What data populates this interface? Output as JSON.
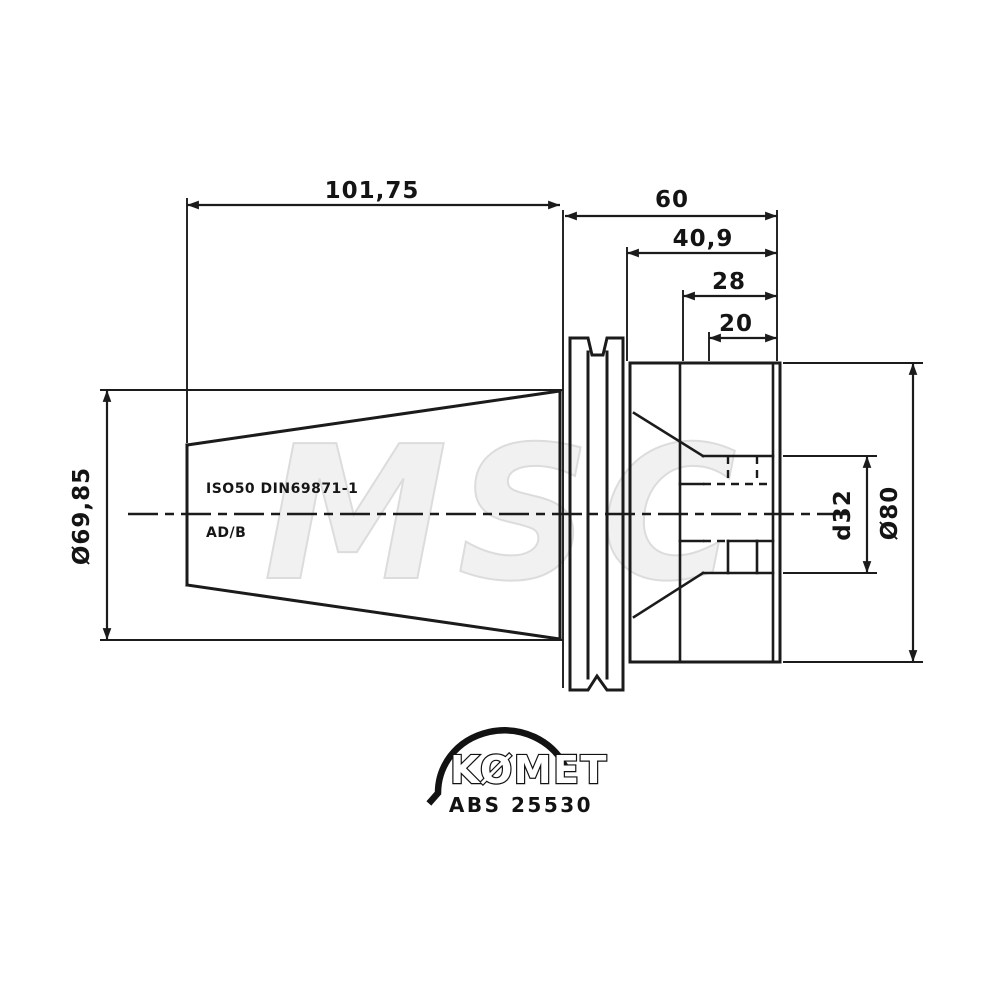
{
  "dimensions": {
    "taper_length": "101,75",
    "body_length": "60",
    "rear_length": "40,9",
    "bore_depth": "28",
    "counterbore_depth": "20",
    "taper_diameter": "Ø69,85",
    "bore_diameter": "d32",
    "body_diameter": "Ø80"
  },
  "markings": {
    "standard": "ISO50 DIN69871-1",
    "form": "AD/B"
  },
  "brand": {
    "logo_text": "KØMET",
    "part_number": "ABS 25530"
  },
  "watermark": "MSC",
  "colors": {
    "line": "#1b1b1b",
    "background": "#ffffff",
    "watermark_fill": "#f1f1f1",
    "watermark_stroke": "#dcdcdc"
  }
}
